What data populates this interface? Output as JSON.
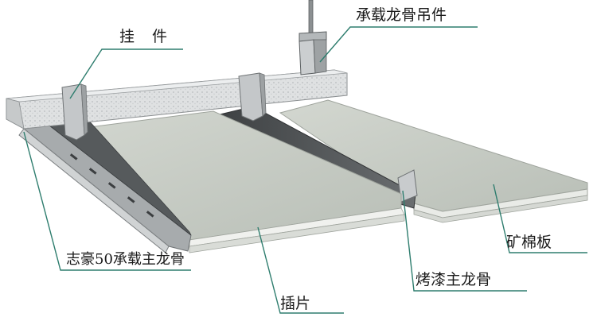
{
  "labels": {
    "hanger": "挂 件",
    "bracket": "承载龙骨吊件",
    "mineral_board": "矿棉板",
    "main_keel": "烤漆主龙骨",
    "insert": "插片",
    "load_keel": "志豪50承载主龙骨"
  },
  "colors": {
    "leader_line": "#2e7d6e",
    "panel_top": "#c9cec6",
    "panel_edge": "#e6e8e4",
    "rail_dark": "#4a4d4f",
    "metal": "#c0c3c5",
    "load_bar": "#d9dbdc"
  }
}
